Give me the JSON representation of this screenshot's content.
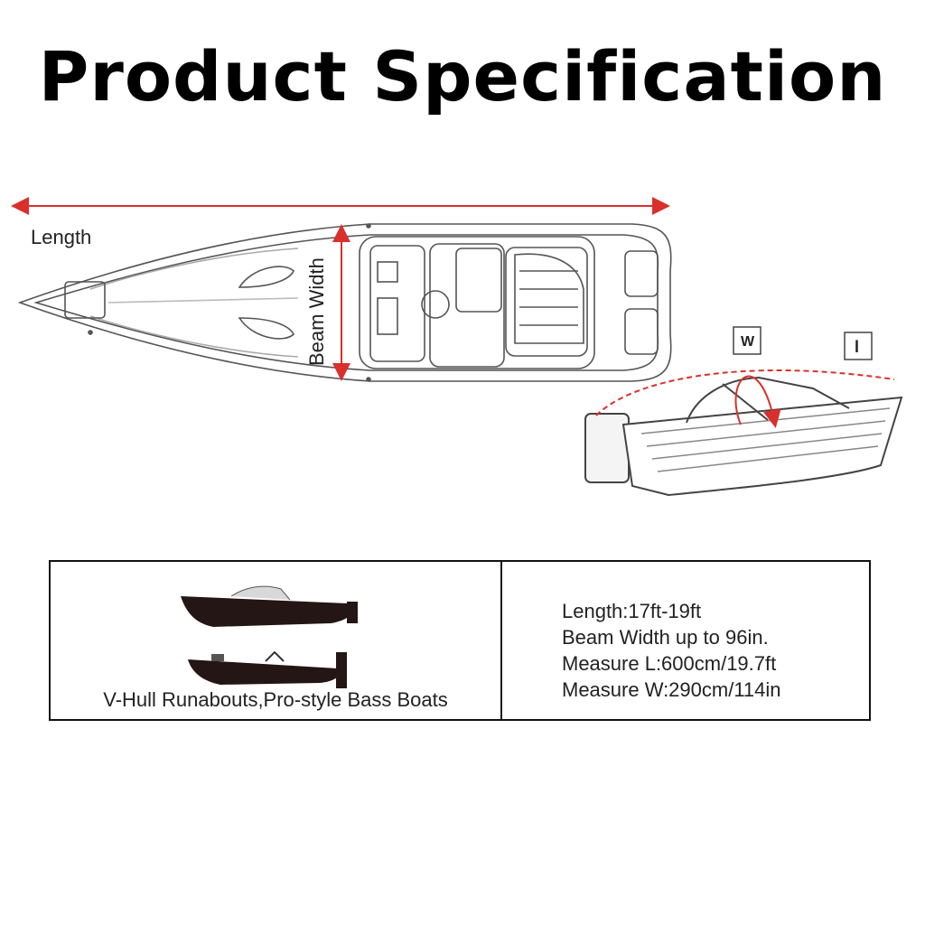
{
  "title": "Product Specification",
  "diagram": {
    "length_label": "Length",
    "beam_label": "Beam Width",
    "w_label": "W",
    "l_label": "l",
    "accent_color": "#d9302b"
  },
  "table": {
    "boat_types": "V-Hull Runabouts,Pro-style Bass Boats",
    "specs": [
      "Length:17ft-19ft",
      "Beam Width up to 96in.",
      "Measure L:600cm/19.7ft",
      "Measure W:290cm/114in"
    ]
  }
}
